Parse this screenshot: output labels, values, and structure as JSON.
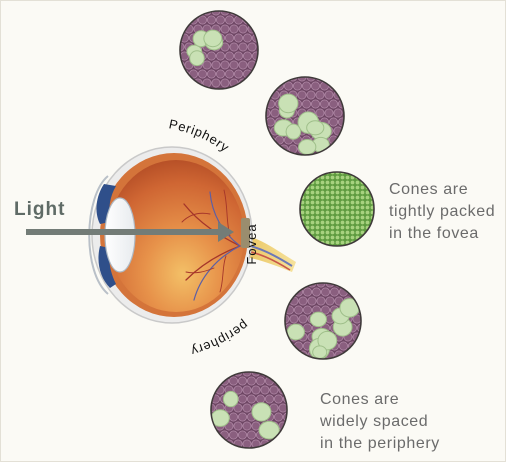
{
  "labels": {
    "light": "Light",
    "periphery_top": "Periphery",
    "periphery_bottom": "periphery",
    "fovea": "Fovea"
  },
  "captions": {
    "fovea": [
      "Cones are",
      "tightly packed",
      "in the fovea"
    ],
    "periphery": [
      "Cones are",
      "widely spaced",
      "in the periphery"
    ]
  },
  "colors": {
    "background": "#fbfaf5",
    "rod_purple": "#8a5f7f",
    "cone_green": "#c9e1b5",
    "fovea_green": "#6fae4a",
    "arrow_gray": "#737c77",
    "sclera_orange": "#d9792e",
    "text_gray": "#6b6b6b"
  }
}
